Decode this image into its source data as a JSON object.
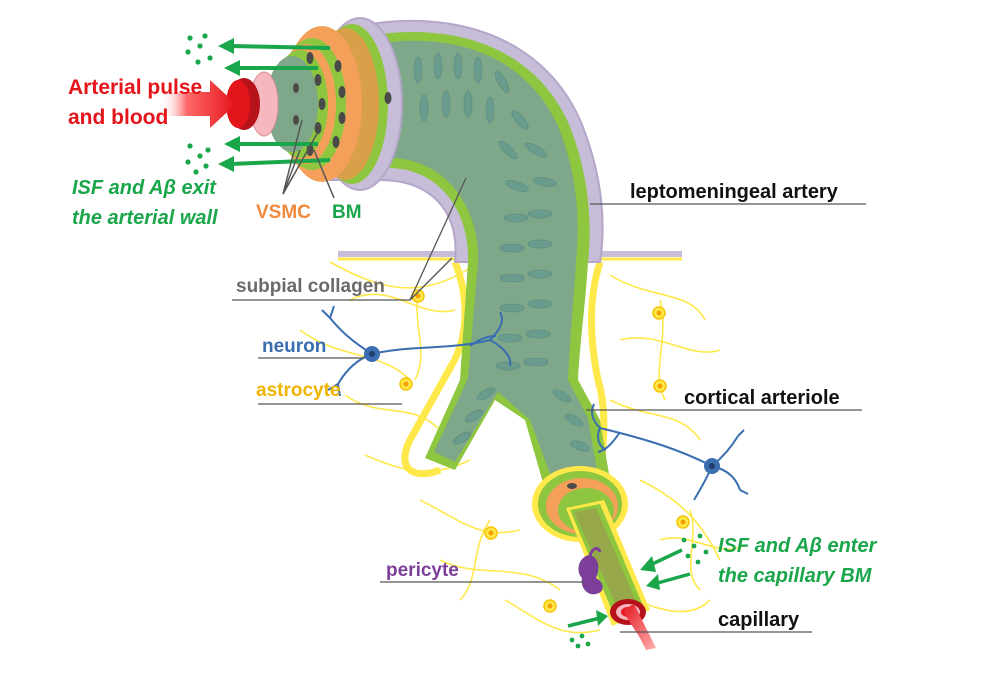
{
  "labels": {
    "arterial_pulse_line1": "Arterial pulse",
    "arterial_pulse_line2": "and blood",
    "isf_exit_line1": "ISF and Aβ exit",
    "isf_exit_line2": "the arterial wall",
    "vsmc": "VSMC",
    "bm": "BM",
    "leptomeningeal_artery": "leptomeningeal artery",
    "subpial_collagen": "subpial collagen",
    "neuron": "neuron",
    "astrocyte": "astrocyte",
    "cortical_arteriole": "cortical arteriole",
    "isf_enter_line1": "ISF and Aβ enter",
    "isf_enter_line2": "the capillary BM",
    "pericyte": "pericyte",
    "capillary": "capillary"
  },
  "colors": {
    "red_text": "#e4141b",
    "green_text": "#1aa64b",
    "orange_text": "#f08a3c",
    "blue_text": "#3a6eb0",
    "yellow_text": "#f0b400",
    "gray_text": "#6b6b6b",
    "purple_text": "#7b3f99",
    "black_text": "#111111",
    "vessel_fill": "#7fa88a",
    "vessel_stroke": "#8ec63f",
    "collagen": "#c8bdd8",
    "vsmc_orange": "#f4a05a",
    "astro_yellow": "#ffe84a"
  }
}
